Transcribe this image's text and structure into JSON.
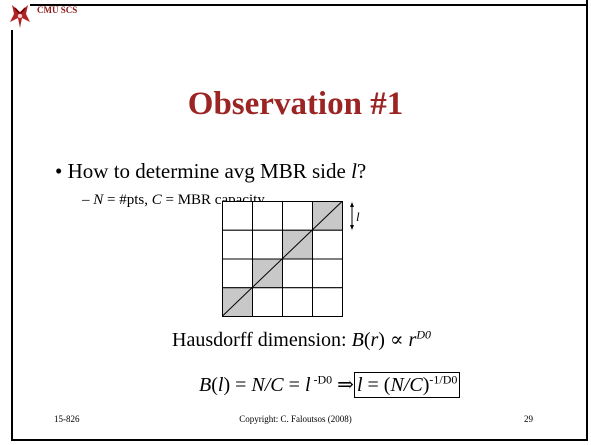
{
  "header": {
    "label": "CMU SCS",
    "logo_icon": "cmu-scs-logo"
  },
  "title": "Observation #1",
  "bullet": {
    "marker": "•",
    "text_pre": "How to determine avg MBR side ",
    "var_l": "l",
    "text_post": "?"
  },
  "sub": {
    "dash": "–",
    "N": "N",
    "eq1": " = #pts, ",
    "C": "C",
    "eq2": " = MBR capacity"
  },
  "figure": {
    "side_label": "l",
    "grid_rows": 4,
    "grid_cols": 4,
    "shaded_cells": [
      [
        3,
        0
      ],
      [
        2,
        1
      ],
      [
        1,
        2
      ],
      [
        0,
        3
      ]
    ],
    "shade_color": "#c8c8c8"
  },
  "hausdorff": {
    "text": "Hausdorff dimension: ",
    "B": "B",
    "r": "r",
    "propto": " ∝ ",
    "r2": "r",
    "exp": "D0"
  },
  "equation": {
    "lhs_B": "B",
    "lhs_l": "l",
    "mid1": ") = ",
    "NC": "N/C",
    "mid2": " = ",
    "l2": "l",
    "exp1": " -D0",
    "arrow": "⇒",
    "box_l": "l",
    "box_mid": " = (",
    "box_NC": "N/C",
    "box_close": ")",
    "box_exp": "-1/D0"
  },
  "footer": {
    "left": "15-826",
    "center": "Copyright: C. Faloutsos (2008)",
    "right": "29"
  },
  "colors": {
    "title": "#9b2424",
    "header": "#8b1a1a"
  }
}
